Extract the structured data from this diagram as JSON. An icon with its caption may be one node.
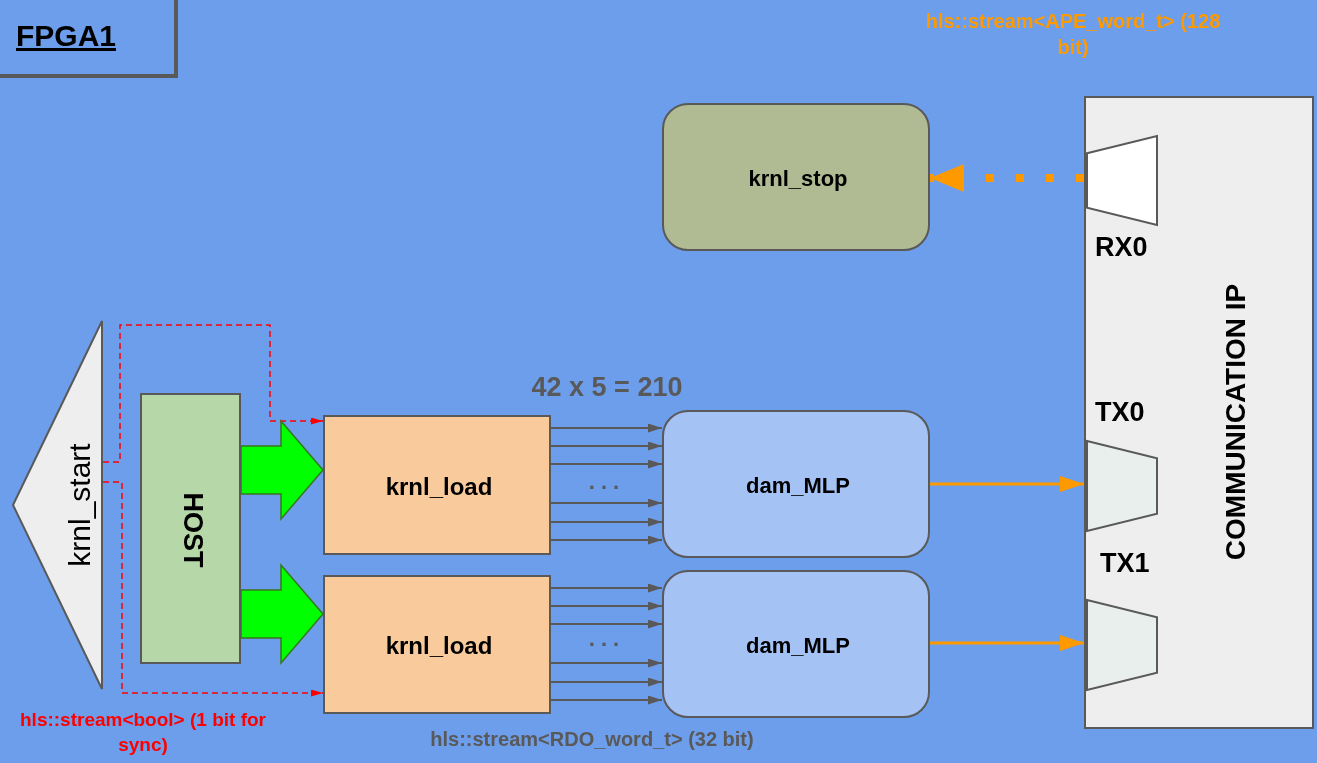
{
  "diagram": {
    "nodes": [
      {
        "text": [
          "FPGA1"
        ]
      },
      {
        "text": [
          "krnl_start"
        ]
      },
      {
        "text": [
          "HOST"
        ]
      },
      {
        "text": [
          "krnl_load"
        ]
      },
      {
        "text": [
          "krnl_load"
        ]
      },
      {
        "text": [
          "dam_MLP"
        ]
      },
      {
        "text": [
          "dam_MLP"
        ]
      },
      {
        "text": [
          "krnl_stop"
        ]
      },
      {
        "text": [
          "COMMUNICATION IP"
        ]
      },
      {
        "text": [],
        "shape": "trapezoid",
        "in": 8,
        "beside": [
          "RX0"
        ]
      },
      {
        "text": [],
        "shape": "trapezoid",
        "in": 8,
        "beside": [
          "TX0"
        ]
      },
      {
        "text": [],
        "shape": "trapezoid",
        "in": 8,
        "beside": [
          "TX1"
        ]
      }
    ],
    "edges": [
      {
        "from": 1,
        "to": 3,
        "arrow": "to",
        "style": "dashed",
        "color": "#ff0000"
      },
      {
        "from": 1,
        "to": 4,
        "arrow": "to",
        "style": "dashed",
        "color": "#ff0000"
      },
      {
        "from": 2,
        "to": 3,
        "arrow": "to",
        "style": "thick",
        "color": "#00ff00"
      },
      {
        "from": 2,
        "to": 4,
        "arrow": "to",
        "style": "thick",
        "color": "#00ff00"
      },
      {
        "from": 3,
        "to": 5,
        "arrow": "to"
      },
      {
        "from": 3,
        "to": 5,
        "arrow": "to"
      },
      {
        "from": 3,
        "to": 5,
        "arrow": "to"
      },
      {
        "from": 3,
        "to": 5,
        "arrow": "to"
      },
      {
        "from": 3,
        "to": 5,
        "arrow": "to"
      },
      {
        "from": 3,
        "to": 5,
        "arrow": "to"
      },
      {
        "from": 4,
        "to": 6,
        "arrow": "to"
      },
      {
        "from": 4,
        "to": 6,
        "arrow": "to"
      },
      {
        "from": 4,
        "to": 6,
        "arrow": "to"
      },
      {
        "from": 4,
        "to": 6,
        "arrow": "to"
      },
      {
        "from": 4,
        "to": 6,
        "arrow": "to"
      },
      {
        "from": 4,
        "to": 6,
        "arrow": "to"
      },
      {
        "from": 5,
        "to": 10,
        "arrow": "to",
        "color": "#ff9900"
      },
      {
        "from": 6,
        "to": 11,
        "arrow": "to",
        "color": "#ff9900"
      },
      {
        "from": 9,
        "to": 7,
        "arrow": "to",
        "style": "dashed",
        "color": "#ff9900"
      }
    ],
    "labels": [
      "hls::stream<APE_word_t> (128 bit)",
      "42 x 5 = 210",
      "...",
      "...",
      "hls::stream<bool> (1 bit for sync)",
      "hls::stream<RDO_word_t> (32 bit)"
    ]
  }
}
